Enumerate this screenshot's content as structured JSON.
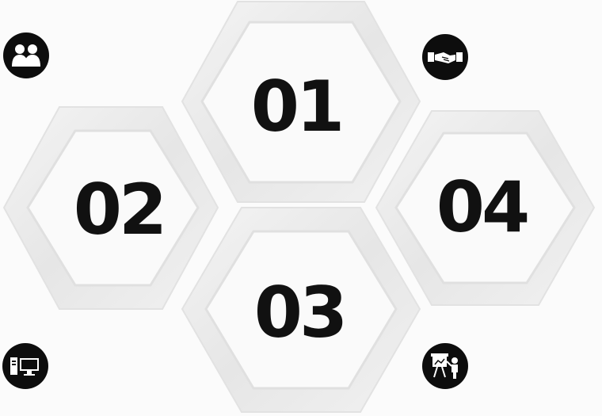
{
  "hexagons": [
    {
      "id": "hex-01",
      "label": "01"
    },
    {
      "id": "hex-02",
      "label": "02"
    },
    {
      "id": "hex-03",
      "label": "03"
    },
    {
      "id": "hex-04",
      "label": "04"
    }
  ],
  "icons": [
    {
      "id": "people",
      "name": "people-icon"
    },
    {
      "id": "handshake",
      "name": "handshake-icon"
    },
    {
      "id": "computer",
      "name": "computer-icon"
    },
    {
      "id": "presentation",
      "name": "presentation-icon"
    }
  ],
  "colors": {
    "background": "#fbfbfb",
    "hex_outer": "#eeeeee",
    "hex_inner": "#fafafa",
    "badge": "#0d0d0d",
    "text": "#111111"
  }
}
